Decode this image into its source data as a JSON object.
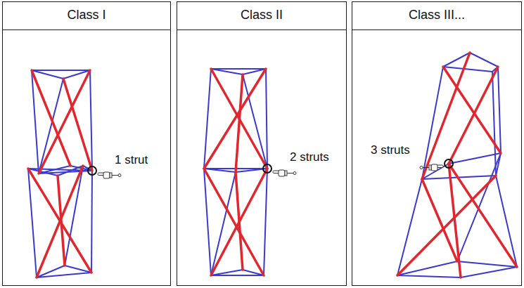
{
  "diagram": {
    "nodes": [
      {
        "text": [
          "Class I"
        ]
      },
      {
        "text": [
          "Class II"
        ]
      },
      {
        "text": [
          "Class III..."
        ]
      }
    ],
    "labels": [
      "1 strut",
      "2 struts",
      "3 struts"
    ]
  }
}
